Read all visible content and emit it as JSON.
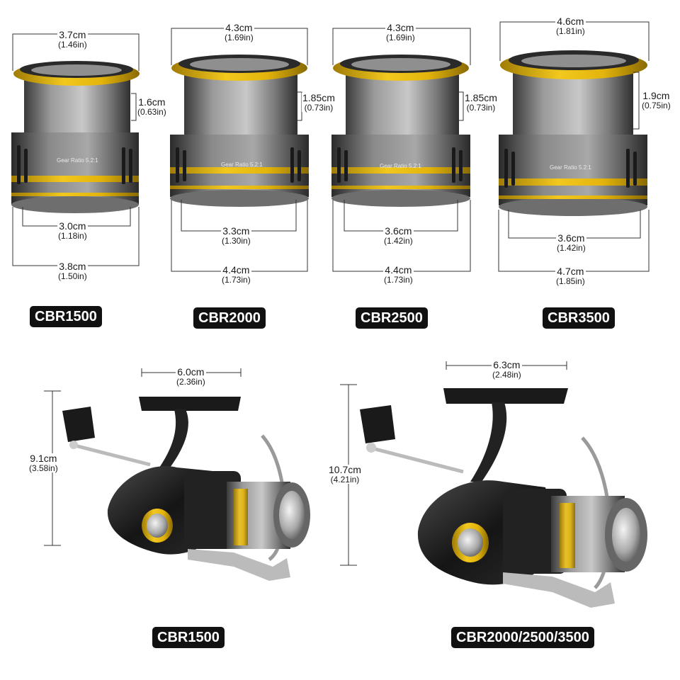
{
  "spools": [
    {
      "model": "CBR1500",
      "top_cm": "3.7cm",
      "top_in": "(1.46in)",
      "height_cm": "1.6cm",
      "height_in": "(0.63in)",
      "inner_cm": "3.0cm",
      "inner_in": "(1.18in)",
      "bottom_cm": "3.8cm",
      "bottom_in": "(1.50in)",
      "engrave": "Gear Ratio 5.2:1"
    },
    {
      "model": "CBR2000",
      "top_cm": "4.3cm",
      "top_in": "(1.69in)",
      "height_cm": "1.85cm",
      "height_in": "(0.73in)",
      "inner_cm": "3.3cm",
      "inner_in": "(1.30in)",
      "bottom_cm": "4.4cm",
      "bottom_in": "(1.73in)",
      "engrave": "Gear Ratio 5.2:1"
    },
    {
      "model": "CBR2500",
      "top_cm": "4.3cm",
      "top_in": "(1.69in)",
      "height_cm": "1.85cm",
      "height_in": "(0.73in)",
      "inner_cm": "3.6cm",
      "inner_in": "(1.42in)",
      "bottom_cm": "4.4cm",
      "bottom_in": "(1.73in)",
      "engrave": "Gear Ratio 5.2:1"
    },
    {
      "model": "CBR3500",
      "top_cm": "4.6cm",
      "top_in": "(1.81in)",
      "height_cm": "1.9cm",
      "height_in": "(0.75in)",
      "inner_cm": "3.6cm",
      "inner_in": "(1.42in)",
      "bottom_cm": "4.7cm",
      "bottom_in": "(1.85in)",
      "engrave": "Gear Ratio 5.2:1"
    }
  ],
  "reels": [
    {
      "model": "CBR1500",
      "width_cm": "6.0cm",
      "width_in": "(2.36in)",
      "height_cm": "9.1cm",
      "height_in": "(3.58in)"
    },
    {
      "model": "CBR2000/2500/3500",
      "width_cm": "6.3cm",
      "width_in": "(2.48in)",
      "height_cm": "10.7cm",
      "height_in": "(4.21in)"
    }
  ],
  "colors": {
    "gold": "#e3b40c",
    "badge": "#111111",
    "line": "#333333"
  }
}
